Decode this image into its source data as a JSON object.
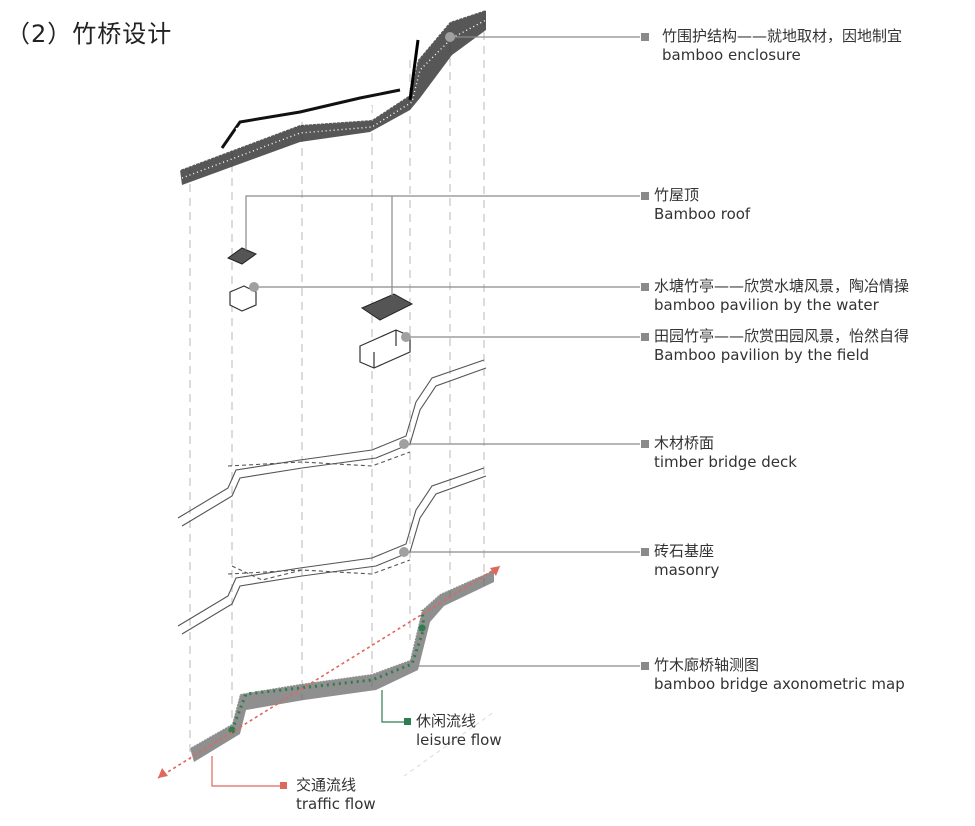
{
  "title": "（2）竹桥设计",
  "labels": [
    {
      "cn": "竹围护结构——就地取材，因地制宜",
      "en": "bamboo enclosure"
    },
    {
      "cn": "竹屋顶",
      "en": "Bamboo roof"
    },
    {
      "cn": "水塘竹亭——欣赏水塘风景，陶冶情操",
      "en": "bamboo pavilion by the water"
    },
    {
      "cn": "田园竹亭——欣赏田园风景，怡然自得",
      "en": "Bamboo pavilion by the field"
    },
    {
      "cn": "木材桥面",
      "en": "timber bridge deck"
    },
    {
      "cn": "砖石基座",
      "en": "masonry"
    },
    {
      "cn": "竹木廊桥轴测图",
      "en": "bamboo bridge axonometric map"
    }
  ],
  "flows": {
    "leisure": {
      "cn": "休闲流线",
      "en": "leisure flow"
    },
    "traffic": {
      "cn": "交通流线",
      "en": "traffic flow"
    }
  },
  "colors": {
    "leader": "#8a8a8a",
    "leisure": "#2e7d4f",
    "traffic": "#e0675c",
    "dashed_guide": "#d0d0d0",
    "ink": "#1a1a1a"
  }
}
